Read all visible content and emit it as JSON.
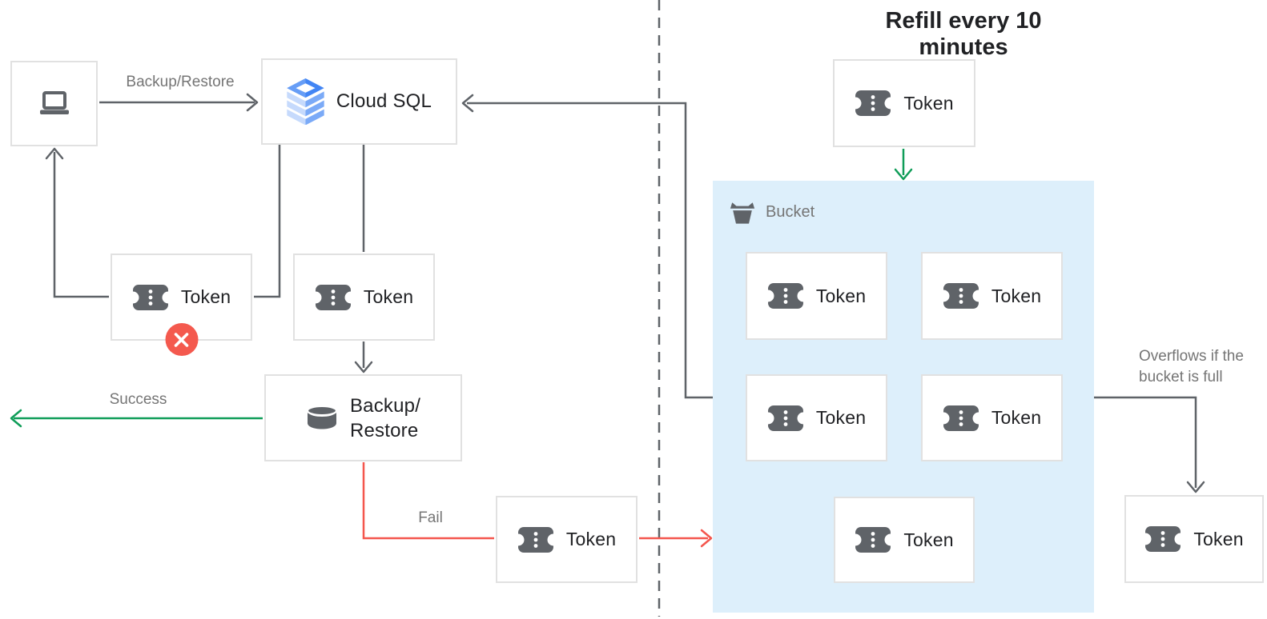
{
  "title": "Refill every 10 minutes",
  "labels": {
    "token": "Token",
    "cloud_sql": "Cloud SQL",
    "backup_restore_line1": "Backup/",
    "backup_restore_line2": "Restore",
    "bucket": "Bucket"
  },
  "edges": {
    "backup_restore": "Backup/Restore",
    "success": "Success",
    "fail": "Fail"
  },
  "notes": {
    "overflow_line1": "Overflows if the",
    "overflow_line2": "bucket is full"
  },
  "icons": {
    "client": "laptop-icon",
    "cloud_sql": "cloud-sql-database-icon",
    "token": "ticket-icon",
    "backup_restore": "database-cylinder-icon",
    "bucket": "bucket-icon",
    "failure_badge": "error-x-icon"
  },
  "colors": {
    "bucket_fill": "#ddeffb",
    "green": "#0f9d58",
    "red": "#f4564d",
    "badge_red": "#f4594e",
    "line_gray": "#5f6368",
    "border_gray": "#e1e1e1",
    "text_dark": "#202124",
    "text_gray": "#757575",
    "icon_gray": "#5f6368",
    "cloud_sql_blue": "#4285f4",
    "cloud_sql_light_blue": "#c6dafc"
  }
}
